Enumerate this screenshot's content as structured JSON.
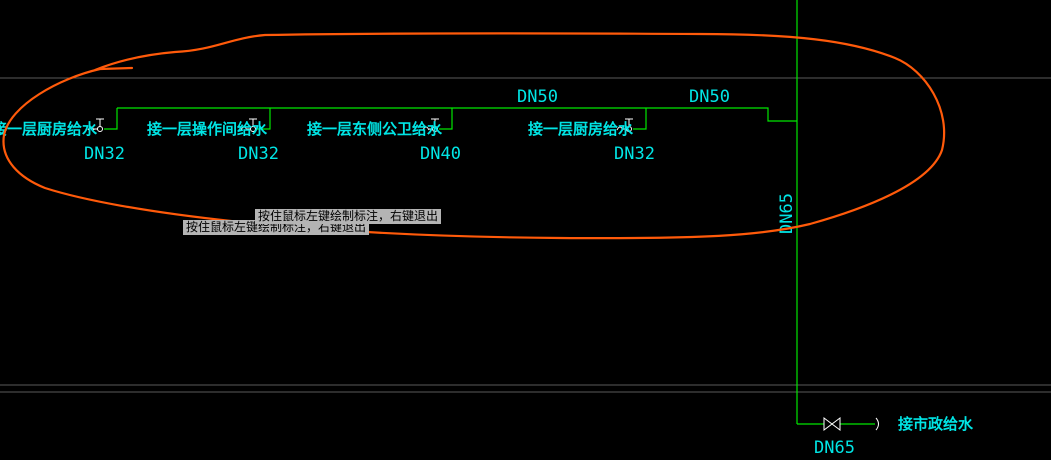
{
  "colors": {
    "background": "#000000",
    "pipe": "#00e600",
    "text": "#00e5e5",
    "annotation": "#ff5a0a",
    "guide": "#5a5a5a",
    "fitting": "#ffffff",
    "tooltip_bg": "#b4b4b4"
  },
  "fixtures": [
    {
      "label": "接一层厨房给水",
      "size": "DN32"
    },
    {
      "label": "接一层操作间给水",
      "size": "DN32"
    },
    {
      "label": "接一层东侧公卫给水",
      "size": "DN40"
    },
    {
      "label": "接一层厨房给水",
      "size": "DN32"
    }
  ],
  "main_pipe_sizes": [
    "DN50",
    "DN50"
  ],
  "riser_size": "DN65",
  "outlet": {
    "label": "接市政给水",
    "size": "DN65",
    "fitting": "gate-valve-icon"
  },
  "tooltips": [
    "按住鼠标左键绘制标注，右键退出",
    "按住鼠标左键绘制标注，右键退出"
  ]
}
